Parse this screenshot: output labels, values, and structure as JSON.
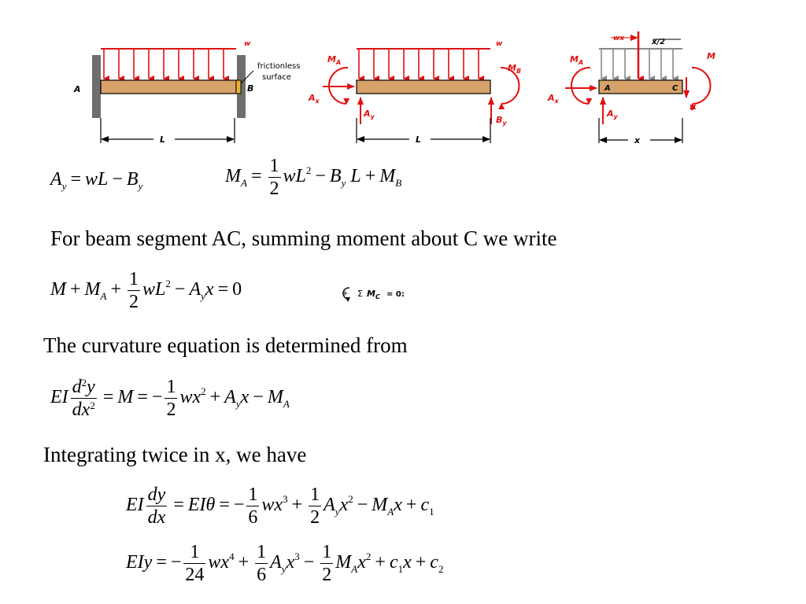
{
  "diagram": {
    "fig1": {
      "load": "w",
      "end_a": "A",
      "end_b": "B",
      "note_line1": "frictionless",
      "note_line2": "surface",
      "length": "L"
    },
    "fig2": {
      "load": "w",
      "moment_a": "M",
      "moment_a_sub": "A",
      "moment_b": "M",
      "moment_b_sub": "B",
      "force_ax": "A",
      "force_ax_sub": "x",
      "force_ay": "A",
      "force_ay_sub": "y",
      "force_by": "B",
      "force_by_sub": "y",
      "length": "L"
    },
    "fig3": {
      "resultant": "wx",
      "half": "x/2",
      "moment": "M",
      "moment_a": "M",
      "moment_a_sub": "A",
      "force_ax": "A",
      "force_ax_sub": "x",
      "force_ay": "A",
      "force_ay_sub": "y",
      "end_a": "A",
      "end_c": "C",
      "shear": "V",
      "length": "x"
    },
    "moment_sum": {
      "plus": "+",
      "sigma": "Σ",
      "m": "M",
      "m_sub": "C",
      "rest": "= 0:"
    }
  },
  "text": {
    "line1": "For beam segment AC, summing moment about C we write",
    "line2": "The curvature equation is determined from",
    "line3": "Integrating twice in x, we have"
  },
  "equations": {
    "eq1": "A_y = wL − B_y",
    "eq2": "M_A = (1/2) wL² − B_y L + M_B",
    "eq3": "M + M_A + (1/2) wL² − A_y x = 0",
    "eq4": "EI d²y/dx² = M = −(1/2) wx² + A_y x − M_A",
    "eq5": "EI dy/dx = EIθ = −(1/6) wx³ + (1/2) A_y x² − M_A x + c₁",
    "eq6": "EIy = −(1/24) wx⁴ + (1/6) A_y x³ − (1/2) M_A x² + c₁x + c₂"
  }
}
